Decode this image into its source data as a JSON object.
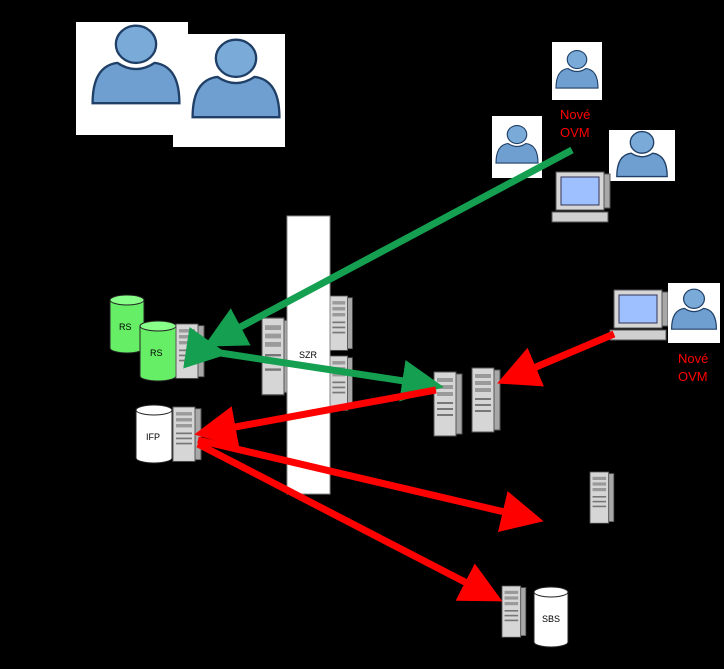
{
  "labels": {
    "user_group_right": "Nové OVM",
    "user_right": "Nové OVM",
    "registry_a": "RS",
    "registry_b": "RS",
    "central_hub": "SZR",
    "data_pool": "IFP",
    "external_store": "SBS"
  },
  "colors": {
    "background": "#000000",
    "green_arrow": "#14a050",
    "red_arrow": "#ff0000",
    "db_green": "#66ee66",
    "label_red": "#ff0000",
    "user_blue": "#6699cc"
  }
}
